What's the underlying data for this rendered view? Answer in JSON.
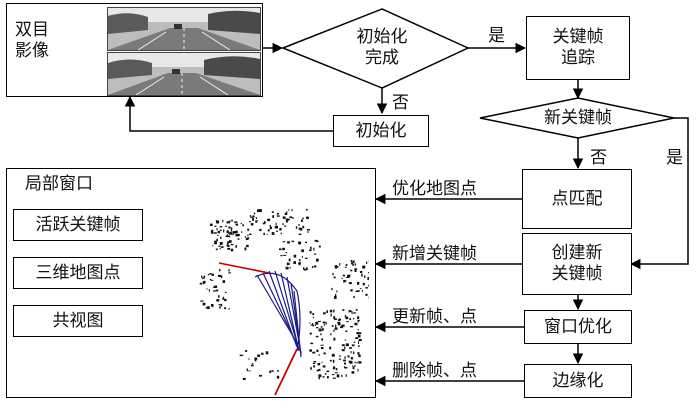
{
  "input": {
    "label_line1": "双目",
    "label_line2": "影像"
  },
  "decision_init": {
    "line1": "初始化",
    "line2": "完成"
  },
  "decision_new_kf": {
    "label": "新关键帧"
  },
  "process": {
    "init": "初始化",
    "kf_track_line1": "关键帧",
    "kf_track_line2": "追踪",
    "point_match": "点匹配",
    "create_kf_line1": "创建新",
    "create_kf_line2": "关键帧",
    "window_opt": "窗口优化",
    "marginalize": "边缘化"
  },
  "local_window": {
    "title": "局部窗口",
    "items": [
      "活跃关键帧",
      "三维地图点",
      "共视图"
    ]
  },
  "edges": {
    "yes1": "是",
    "no1": "否",
    "no2": "否",
    "yes2": "是",
    "optimize_points": "优化地图点",
    "new_kf": "新增关键帧",
    "update": "更新帧、点",
    "delete": "删除帧、点"
  }
}
